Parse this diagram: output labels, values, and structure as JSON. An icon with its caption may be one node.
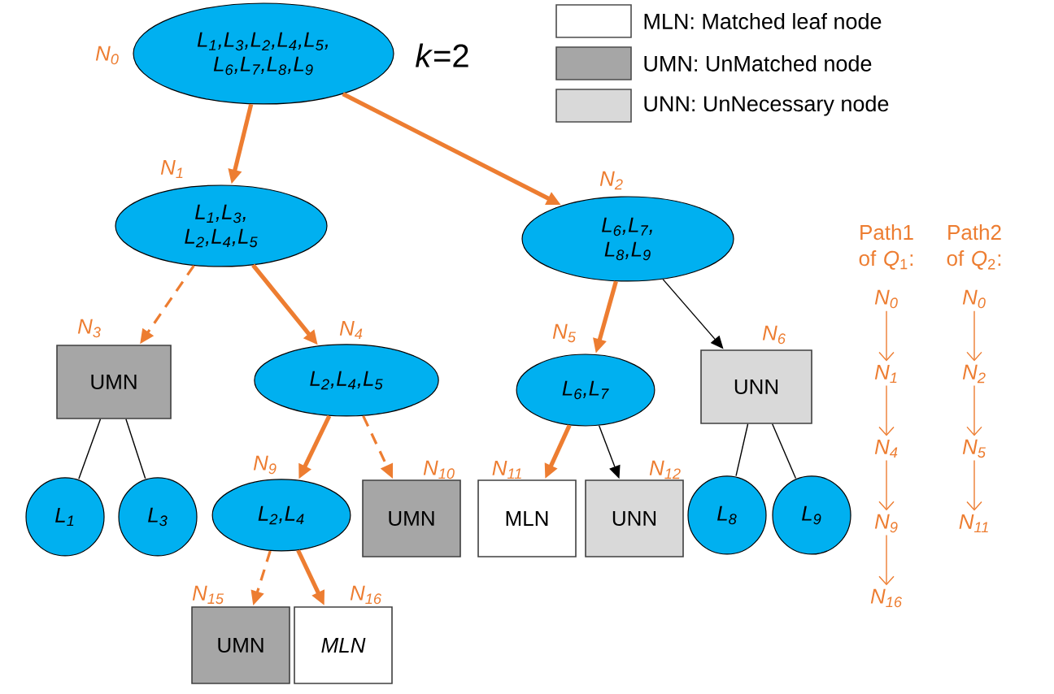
{
  "diagram": {
    "nodes": [
      {
        "text": [
          "L$_{1}$,L$_{3}$,L$_{2}$,L$_{4}$,L$_{5}$, L$_{6}$,L$_{7}$,L$_{8}$,L$_{9}$"
        ],
        "beside": [
          "N$_{0}$"
        ]
      },
      {
        "text": [
          "L$_{1}$,L$_{3}$, L$_{2}$,L$_{4}$,L$_{5}$"
        ],
        "beside": [
          "N$_{1}$"
        ]
      },
      {
        "text": [
          "L$_{6}$,L$_{7}$, L$_{8}$,L$_{9}$"
        ],
        "beside": [
          "N$_{2}$"
        ]
      },
      {
        "text": [
          "UMN"
        ],
        "beside": [
          "N$_{3}$"
        ]
      },
      {
        "text": [
          "L$_{2}$,L$_{4}$,L$_{5}$"
        ],
        "beside": [
          "N$_{4}$"
        ]
      },
      {
        "text": [
          "L$_{6}$,L$_{7}$"
        ],
        "beside": [
          "N$_{5}$"
        ]
      },
      {
        "text": [
          "UNN"
        ],
        "beside": [
          "N$_{6}$"
        ]
      },
      {
        "text": [
          "L$_{1}$"
        ]
      },
      {
        "text": [
          "L$_{3}$"
        ]
      },
      {
        "text": [
          "L$_{2}$,L$_{4}$"
        ],
        "beside": [
          "N$_{9}$"
        ]
      },
      {
        "text": [
          "UMN"
        ],
        "beside": [
          "N$_{10}$"
        ]
      },
      {
        "text": [
          "MLN"
        ],
        "beside": [
          "N$_{11}$"
        ]
      },
      {
        "text": [
          "UNN"
        ],
        "beside": [
          "N$_{12}$"
        ]
      },
      {
        "text": [
          "L$_{8}$"
        ]
      },
      {
        "text": [
          "L$_{9}$"
        ]
      },
      {
        "text": [
          "UMN"
        ],
        "beside": [
          "N$_{15}$"
        ]
      },
      {
        "text": [
          "*MLN*"
        ],
        "beside": [
          "N$_{16}$"
        ]
      },
      {
        "text": [
          "N$_{0}$"
        ]
      },
      {
        "text": [
          "N$_{1}$"
        ]
      },
      {
        "text": [
          "N$_{4}$"
        ]
      },
      {
        "text": [
          "N$_{9}$"
        ]
      },
      {
        "text": [
          "N$_{16}$"
        ]
      },
      {
        "text": [
          "N$_{0}$"
        ]
      },
      {
        "text": [
          "N$_{2}$"
        ]
      },
      {
        "text": [
          "N$_{5}$"
        ]
      },
      {
        "text": [
          "N$_{11}$"
        ]
      }
    ],
    "edges": [
      {
        "from": 0,
        "to": 1,
        "arrow": "to",
        "style": "thick"
      },
      {
        "from": 0,
        "to": 2,
        "arrow": "to",
        "style": "thick"
      },
      {
        "from": 1,
        "to": 3,
        "arrow": "to",
        "style": "dashed"
      },
      {
        "from": 1,
        "to": 4,
        "arrow": "to",
        "style": "thick"
      },
      {
        "from": 2,
        "to": 5,
        "arrow": "to",
        "style": "thick"
      },
      {
        "from": 2,
        "to": 6,
        "arrow": "to",
        "color": "#000000"
      },
      {
        "from": 3,
        "to": 7,
        "arrow": "none",
        "color": "#000000"
      },
      {
        "from": 3,
        "to": 8,
        "arrow": "none",
        "color": "#000000"
      },
      {
        "from": 4,
        "to": 9,
        "arrow": "to",
        "style": "thick"
      },
      {
        "from": 4,
        "to": 10,
        "arrow": "to",
        "style": "dashed"
      },
      {
        "from": 5,
        "to": 11,
        "arrow": "to",
        "style": "thick"
      },
      {
        "from": 5,
        "to": 12,
        "arrow": "to",
        "color": "#000000"
      },
      {
        "from": 6,
        "to": 13,
        "arrow": "none",
        "color": "#000000"
      },
      {
        "from": 6,
        "to": 14,
        "arrow": "none",
        "color": "#000000"
      },
      {
        "from": 9,
        "to": 15,
        "arrow": "to",
        "style": "dashed"
      },
      {
        "from": 9,
        "to": 16,
        "arrow": "to",
        "style": "thick"
      },
      {
        "from": 17,
        "to": 18,
        "arrow": "to"
      },
      {
        "from": 18,
        "to": 19,
        "arrow": "to"
      },
      {
        "from": 19,
        "to": 20,
        "arrow": "to"
      },
      {
        "from": 20,
        "to": 21,
        "arrow": "to"
      },
      {
        "from": 22,
        "to": 23,
        "arrow": "to"
      },
      {
        "from": 23,
        "to": 24,
        "arrow": "to"
      },
      {
        "from": 24,
        "to": 25,
        "arrow": "to"
      }
    ],
    "labels": [
      "*k*=2",
      "Path1 of *Q*$_{1}$:",
      "Path2 of *Q*$_{2}$:"
    ],
    "legend": [
      {
        "text": "MLN: Matched leaf node"
      },
      {
        "text": "UMN: UnMatched node",
        "color": "#a6a6a6"
      },
      {
        "text": "UNN: UnNecessary node",
        "color": "#d9d9d9"
      }
    ]
  }
}
